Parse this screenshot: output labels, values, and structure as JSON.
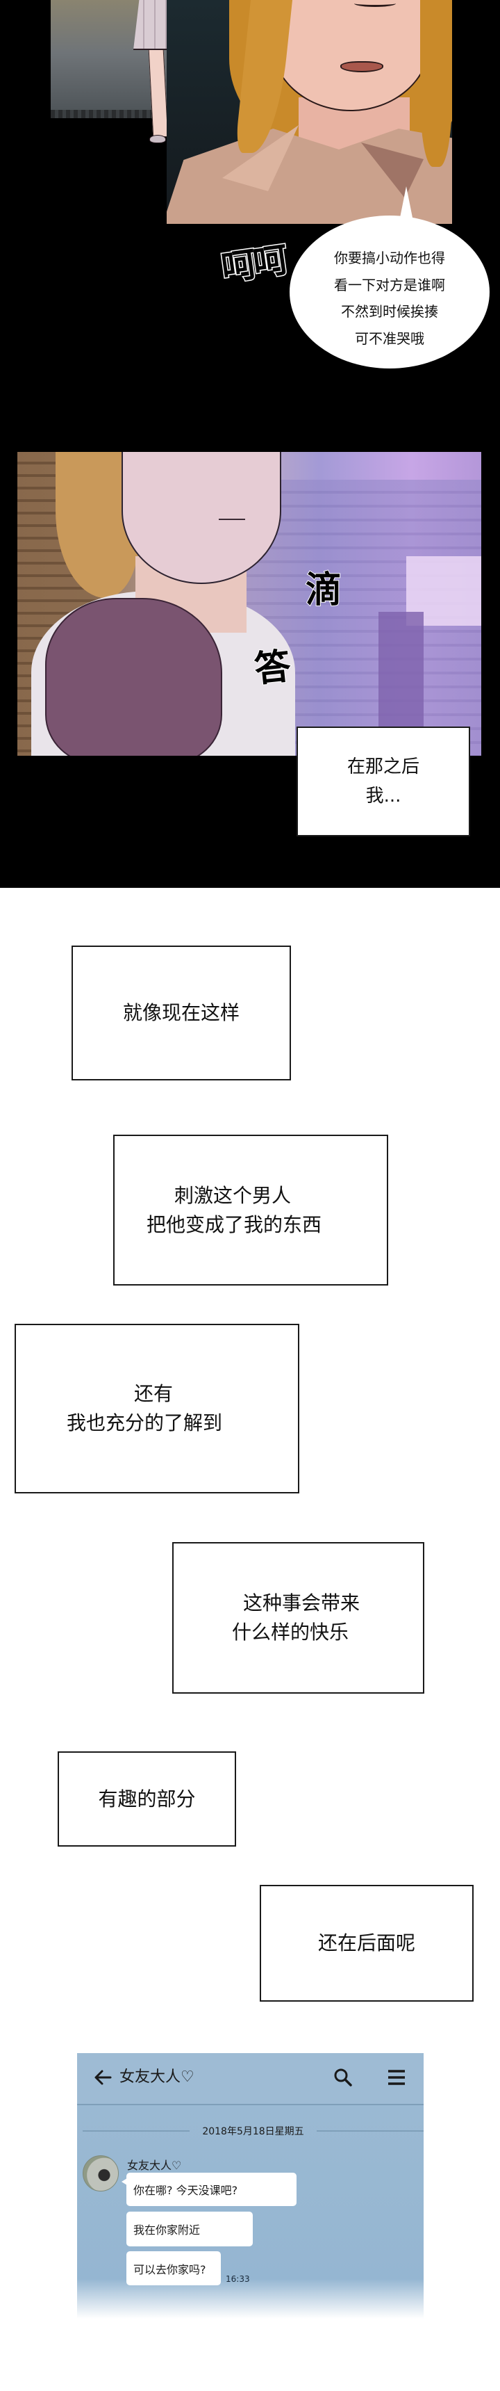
{
  "panels": {
    "panel1": {
      "sfx": "呵呵",
      "speech_bubble": {
        "lines": [
          "你要搞小动作也得",
          "看一下对方是谁啊",
          "不然到时候挨揍",
          "可不准哭哦"
        ]
      }
    },
    "panel2": {
      "sfx_top": "滴",
      "sfx_bottom": "答"
    }
  },
  "captions": [
    {
      "lines": [
        "在那之后",
        "我..."
      ]
    },
    {
      "lines": [
        "就像现在这样"
      ]
    },
    {
      "lines": [
        "刺激这个男人",
        "把他变成了我的东西"
      ]
    },
    {
      "lines": [
        "还有",
        "我也充分的了解到"
      ]
    },
    {
      "lines": [
        "这种事会带来",
        "什么样的快乐"
      ]
    },
    {
      "lines": [
        "有趣的部分"
      ]
    },
    {
      "lines": [
        "还在后面呢"
      ]
    }
  ],
  "phone_chat": {
    "header": {
      "back_icon": "arrow-left",
      "title": "女友大人♡",
      "search_icon": "magnifier",
      "menu_icon": "hamburger"
    },
    "date_divider": "2018年5月18日星期五",
    "sender": "女友大人♡",
    "messages": [
      {
        "text": "你在哪? 今天没课吧?"
      },
      {
        "text": "我在你家附近"
      },
      {
        "text": "可以去你家吗?",
        "time": "16:33"
      }
    ],
    "colors": {
      "background": "#9cbad3",
      "bubble": "#ffffff",
      "divider": "#7f9fb9"
    }
  }
}
